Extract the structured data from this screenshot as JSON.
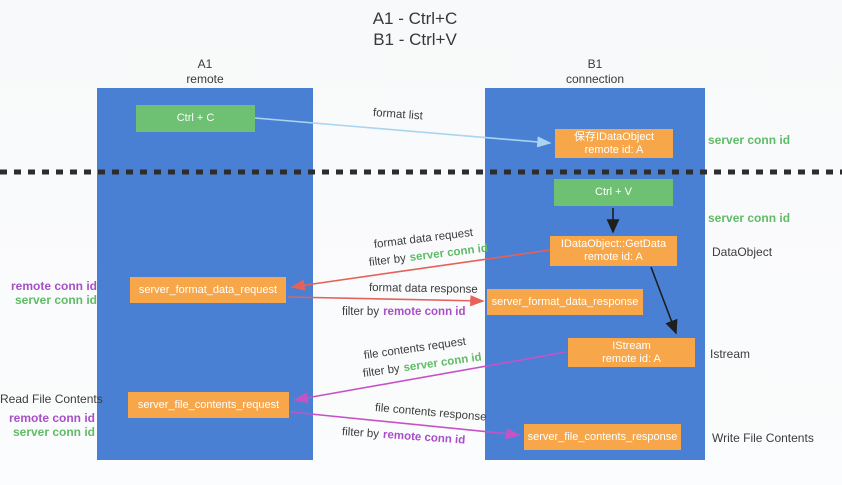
{
  "title": {
    "line1": "A1 - Ctrl+C",
    "line2": "B1 - Ctrl+V"
  },
  "lanes": {
    "left": {
      "name": "A1",
      "role": "remote"
    },
    "right": {
      "name": "B1",
      "role": "connection"
    }
  },
  "boxes": {
    "ctrl_c": {
      "label": "Ctrl + C"
    },
    "ctrl_v": {
      "label": "Ctrl + V"
    },
    "save_dataobject": {
      "line1": "保存IDataObject",
      "line2": "remote id: A"
    },
    "getdata": {
      "line1": "IDataObject::GetData",
      "line2": "remote id: A"
    },
    "istream": {
      "line1": "IStream",
      "line2": "remote id: A"
    },
    "format_request": {
      "label": "server_format_data_request"
    },
    "format_response": {
      "label": "server_format_data_response"
    },
    "file_request": {
      "label": "server_file_contents_request"
    },
    "file_response": {
      "label": "server_file_contents_response"
    }
  },
  "arrow_labels": {
    "format_list": "format list",
    "format_data_request": "format data request",
    "format_data_response": "format data response",
    "file_contents_request": "file contents request",
    "file_contents_response": "file contents response",
    "filter_by": "filter by",
    "server_conn_id": "server conn id",
    "remote_conn_id": "remote conn id"
  },
  "side_labels": {
    "server_conn_id_top": "server conn id",
    "server_conn_id_mid": "server conn id",
    "dataobject": "DataObject",
    "istream": "Istream",
    "write_file_contents": "Write File Contents",
    "read_file_contents": "Read File Contents",
    "left_pair_format": {
      "remote": "remote conn id",
      "server": "server conn id"
    },
    "left_pair_file": {
      "remote": "remote conn id",
      "server": "server conn id"
    }
  },
  "colors": {
    "column_blue": "#4a80d4",
    "box_green": "#6ec072",
    "box_orange": "#f7a74a",
    "arrow_lightblue": "#aad5f0",
    "arrow_red": "#e5615a",
    "arrow_magenta": "#c653c6",
    "arrow_black": "#1e1e1e",
    "text_green": "#5fbc66",
    "text_purple": "#a750c6",
    "divider_black": "#2d2d2d"
  }
}
